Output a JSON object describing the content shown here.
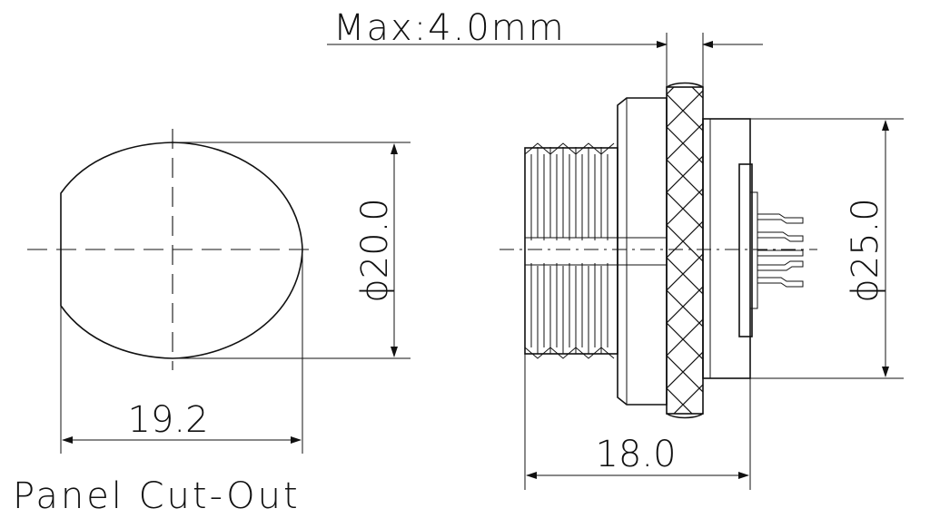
{
  "drawing": {
    "labels": {
      "max_thickness": "Max:4.0mm",
      "cutout_diameter": "ϕ20.0",
      "cutout_width": "19.2",
      "length": "18.0",
      "flange_diameter": "ϕ25.0",
      "cutout_caption": "Panel Cut-Out"
    },
    "colors": {
      "line": "#111111",
      "background": "#ffffff"
    }
  }
}
